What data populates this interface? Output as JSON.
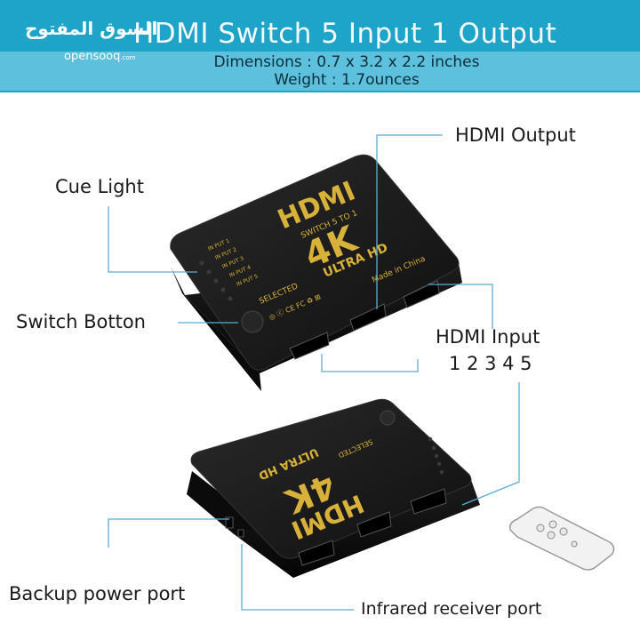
{
  "banner": {
    "title": "HDMI Switch 5 Input 1 Output",
    "dimensions": "Dimensions : 0.7 x 3.2 x 2.2 inches",
    "weight": "Weight : 1.7ounces",
    "logo_ar": "السوق المفتوح",
    "logo_en": "opensooq",
    "logo_en_suffix": ".com"
  },
  "callouts": {
    "cue_light": "Cue Light",
    "switch_button": "Switch Botton",
    "hdmi_output": "HDMI Output",
    "hdmi_input": "HDMI Input",
    "hdmi_input_numbers": "1 2 3 4 5",
    "backup_power": "Backup power port",
    "ir_receiver": "Infrared receiver port"
  },
  "device_top": {
    "brand": "HDMI",
    "model": "SWITCH 5 TO 1",
    "resolution": "4K",
    "hd_label": "ULTRA HD",
    "origin": "Made in China",
    "selected_label": "SELECTED",
    "input_labels": [
      "IN PUT 1",
      "IN PUT 2",
      "IN PUT 3",
      "IN PUT 4",
      "IN PUT 5"
    ]
  },
  "colors": {
    "banner": "#1fa4c9",
    "banner_strip": "#5dc0dd",
    "device_body": "#161616",
    "gold_print": "#d8b13a",
    "callout_line": "#5aaed4"
  }
}
